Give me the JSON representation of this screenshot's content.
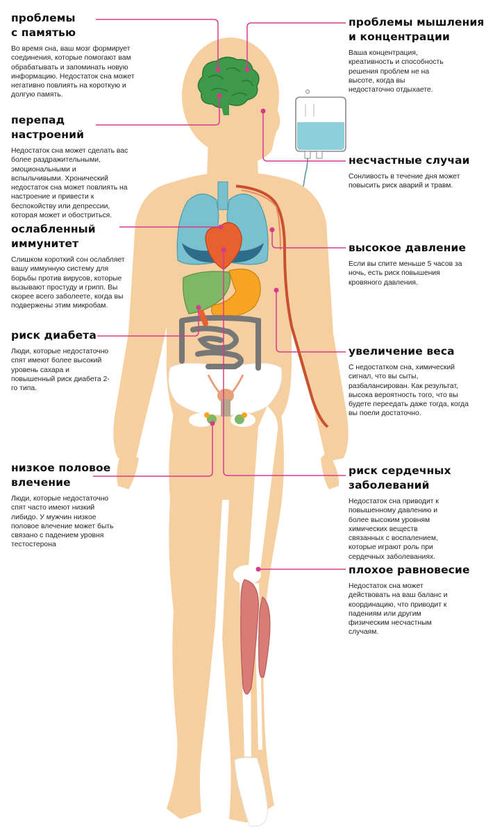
{
  "annotations": [
    {
      "id": "memory",
      "title": "проблемы\nс памятью",
      "text": "Во время сна, ваш мозг формирует соединения, которые помогают вам обрабатывать и запоминать новую информацию. Недостаток сна может негативно повлиять на короткую и долгую память."
    },
    {
      "id": "mood",
      "title": "перепад\nнастроений",
      "text": "Недостаток сна может сделать вас более раздражительными, эмоциональными и вспыльчивыми. Хронический недостаток сна может повлиять на настроение и привести к беспокойству или депрессии, которая может и обостриться."
    },
    {
      "id": "immunity",
      "title": "ослабленный\nиммунитет",
      "text": "Слишком короткий сон ослабляет вашу иммунную систему для борьбы против вирусов, которые вызывают простуду и грипп. Вы скорее всего заболеете, когда вы подвержены этим микробам."
    },
    {
      "id": "diabetes",
      "title": "риск диабета",
      "text": "Люди, которые недостаточно спят имеют более высокий уровень сахара и повышенный риск диабета 2-го типа."
    },
    {
      "id": "libido",
      "title": "низкое половое\nвлечение",
      "text": "Люди, которые недостаточно спят часто имеют низкий либидо. У мужчин низкое половое влечение может быть связано с падением уровня тестостерона"
    },
    {
      "id": "thinking",
      "title": "проблемы мышления\nи концентрации",
      "text": "Ваша концентрация, креативность и способность решения проблем не на высоте, когда вы недостаточно отдыхаете."
    },
    {
      "id": "accidents",
      "title": "несчастные случаи",
      "text": "Сонливость в течение дня может повысить риск аварий и травм."
    },
    {
      "id": "pressure",
      "title": "высокое давление",
      "text": "Если вы спите меньше 5 часов за ночь, есть риск повышения кровяного давления."
    },
    {
      "id": "weight",
      "title": "увеличение веса",
      "text": "С недостатком сна, химический сигнал, что вы сыты, разбалансирован. Как результат, высока вероятность того, что вы будете переедать даже тогда, когда вы поели достаточно."
    },
    {
      "id": "heart",
      "title": "риск сердечных\nзаболеваний",
      "text": "Недостаток сна приводит к повышенному давлению и более высоким уровням химических веществ связанных с воспалением, которые играют роль при сердечных заболеваниях."
    },
    {
      "id": "balance",
      "title": "плохое равновесие",
      "text": "Недостаток сна может действовать на ваш баланс и координацию, что приводит к падениям или другим физическим несчастным случаям."
    }
  ],
  "colors": {
    "skin": "#f6cfa0",
    "connector": "#d63a8c",
    "lungs": "#79c1cf",
    "heart": "#e8602f",
    "liver": "#7fb865",
    "stomach": "#f6a421",
    "intestine": "#777777",
    "bone": "#ffffff",
    "muscle": "#d97c77",
    "brain": "#3e9a4b",
    "iv_fluid": "#8fcfd9"
  }
}
